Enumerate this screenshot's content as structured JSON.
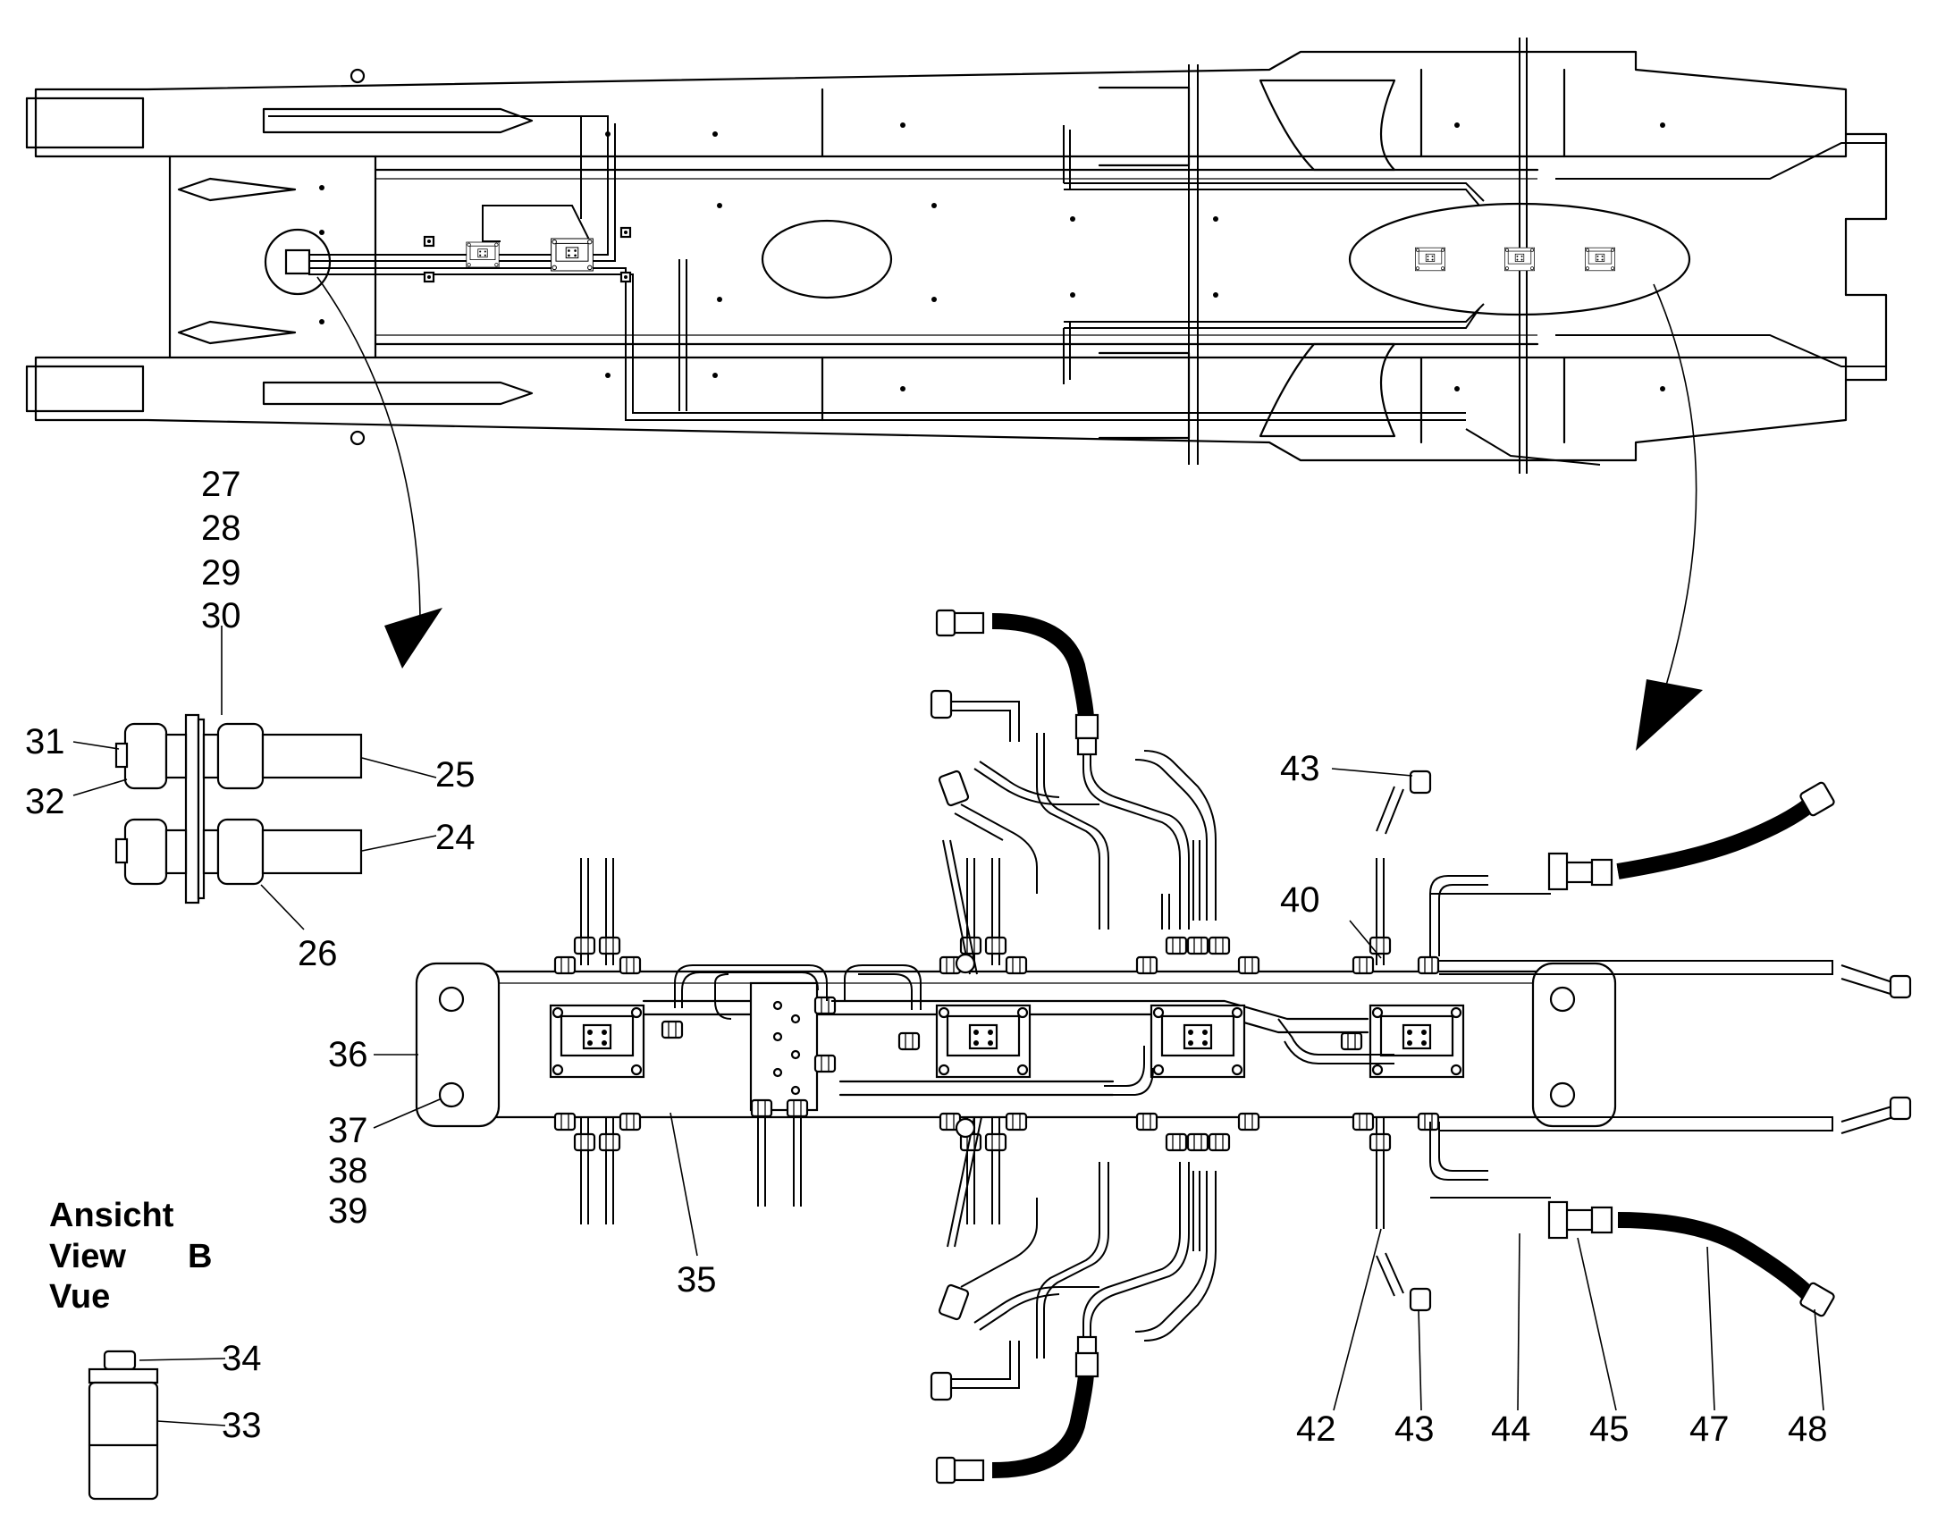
{
  "callouts": {
    "c27": "27",
    "c28": "28",
    "c29": "29",
    "c30": "30",
    "c31": "31",
    "c32": "32",
    "c25": "25",
    "c24": "24",
    "c26": "26",
    "c43a": "43",
    "c40": "40",
    "c36": "36",
    "c37": "37",
    "c38": "38",
    "c39": "39",
    "c35": "35",
    "c34": "34",
    "c33": "33",
    "c42": "42",
    "c43b": "43",
    "c44": "44",
    "c45": "45",
    "c47": "47",
    "c48": "48"
  },
  "view_label": {
    "line1": "Ansicht",
    "line2": "View",
    "letter": "B",
    "line3": "Vue"
  }
}
